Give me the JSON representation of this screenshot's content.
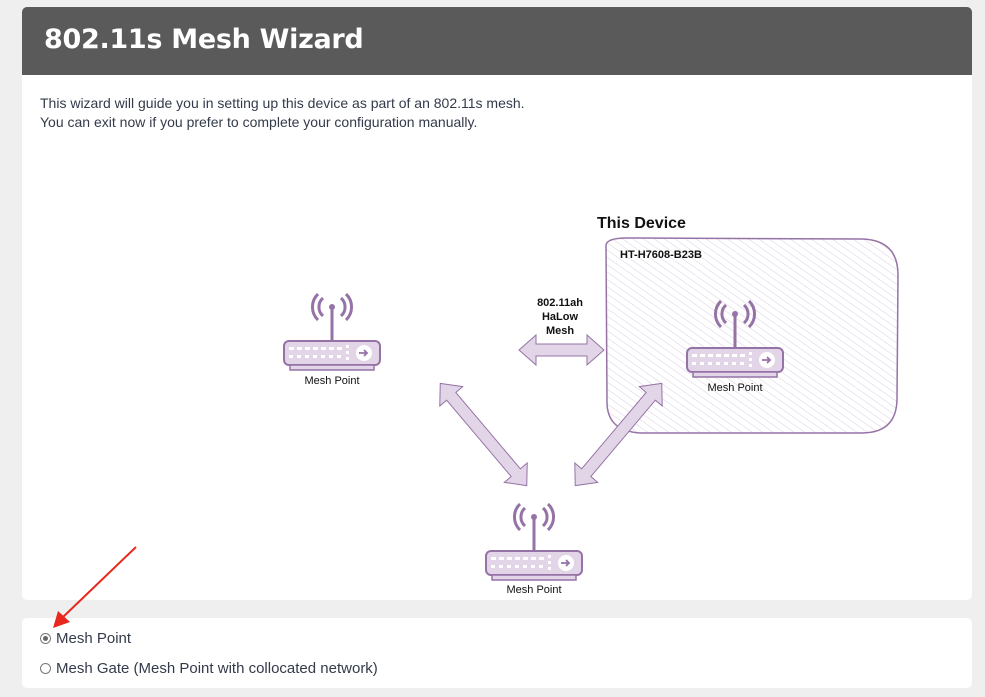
{
  "header": {
    "title": "802.11s Mesh Wizard"
  },
  "intro": {
    "line1": "This wizard will guide you in setting up this device as part of an 802.11s mesh.",
    "line2": "You can exit now if you prefer to complete your configuration manually."
  },
  "diagram": {
    "this_device_title": "This Device",
    "device_hostname": "HT-H7608-B23B",
    "link_label_line1": "802.11ah",
    "link_label_line2": "HaLow",
    "link_label_line3": "Mesh",
    "nodes": [
      {
        "label": "Mesh Point"
      },
      {
        "label": "Mesh Point"
      },
      {
        "label": "Mesh Point"
      }
    ],
    "colors": {
      "accent": "#9673a6",
      "fill": "#e1d5e7"
    }
  },
  "mode": {
    "options": [
      {
        "label": "Mesh Point",
        "checked": true
      },
      {
        "label": "Mesh Gate (Mesh Point with collocated network)",
        "checked": false
      }
    ]
  }
}
